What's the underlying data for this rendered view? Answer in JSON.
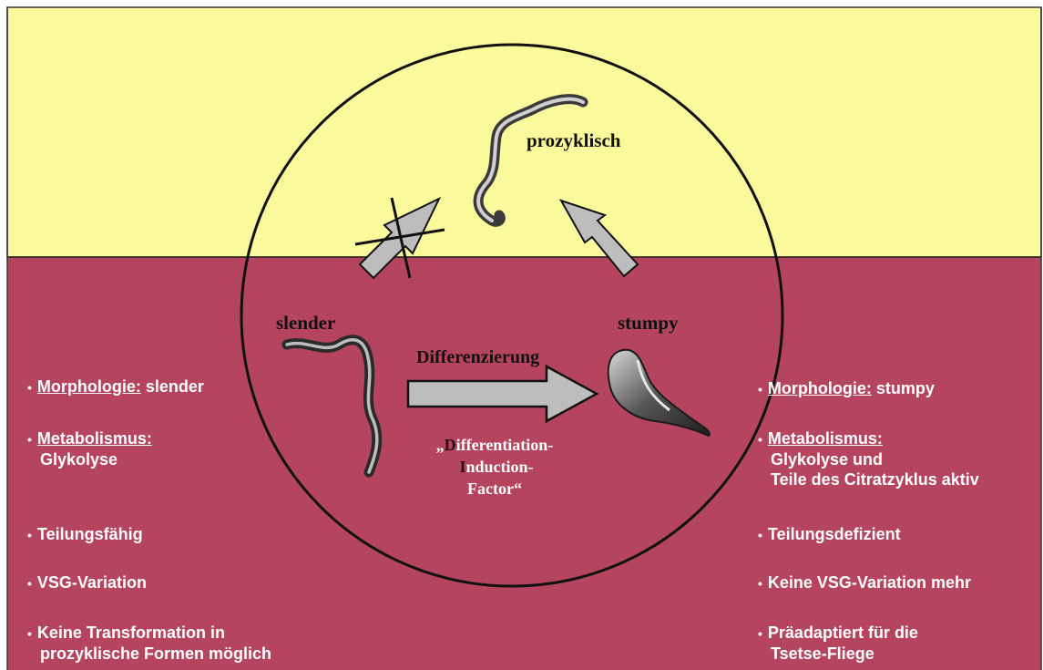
{
  "colors": {
    "top_band": "#fafa9c",
    "bottom_band": "#b5455f",
    "arrow_fill": "#bdbdbd",
    "outline": "#111111"
  },
  "labels": {
    "prozyklisch": "prozyklisch",
    "slender": "slender",
    "stumpy": "stumpy",
    "differenzierung": "Differenzierung"
  },
  "factor": {
    "open_quote": "„",
    "d": "D",
    "line1_rest": "ifferentiation-",
    "i": "I",
    "line2_rest": "nduction-",
    "line3": "Factor",
    "close_quote": "“"
  },
  "left_list": {
    "morph_label": "Morphologie:",
    "morph_value": "slender",
    "metab_label": "Metabolismus:",
    "metab_value": "Glykolyse",
    "teilung": "Teilungsfähig",
    "vsg": "VSG-Variation",
    "transform_line1": "Keine Transformation in",
    "transform_line2": "prozyklische Formen möglich"
  },
  "right_list": {
    "morph_label": "Morphologie:",
    "morph_value": "stumpy",
    "metab_label": "Metabolismus:",
    "metab_value_line1": "Glykolyse und",
    "metab_value_line2": "Teile des Citratzyklus aktiv",
    "teilung": "Teilungsdefizient",
    "vsg": "Keine VSG-Variation mehr",
    "praead_line1": "Präadaptiert für die",
    "praead_line2": "Tsetse-Fliege"
  },
  "icons": {
    "cell_prozyklisch": "trypanosome-procyclic-icon",
    "cell_slender": "trypanosome-slender-icon",
    "cell_stumpy": "trypanosome-stumpy-icon",
    "blocked": "cross-out-icon"
  }
}
